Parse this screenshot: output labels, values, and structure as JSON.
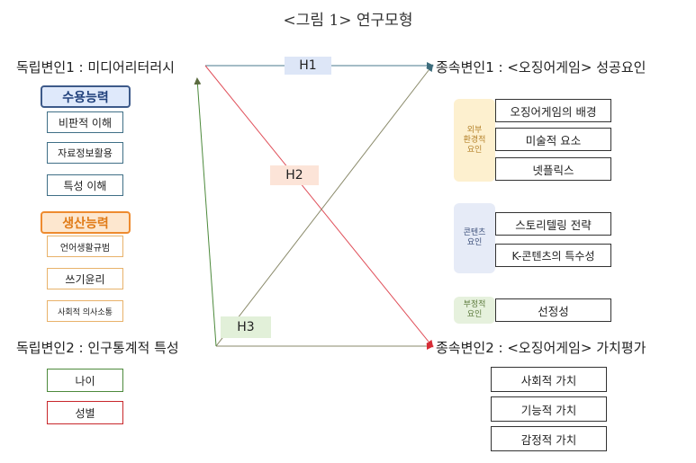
{
  "title": "<그림 1> 연구모형",
  "independent": {
    "var1": "독립변인1 : 미디어리터러시",
    "var2": "독립변인2 : 인구통계적 특성"
  },
  "dependent": {
    "var1": "종속변인1 : <오징어게임> 성공요인",
    "var2": "종속변인2 : <오징어게임> 가치평가"
  },
  "reception": {
    "header": "수용능력",
    "items": [
      "비판적 이해",
      "자료정보활용",
      "특성 이해"
    ]
  },
  "production": {
    "header": "생산능력",
    "items": [
      "언어생활규범",
      "쓰기윤리",
      "사회적 의사소통"
    ]
  },
  "demographics": {
    "items": [
      "나이",
      "성별"
    ]
  },
  "success_factors": {
    "external": {
      "label": "외부\n환경적\n요인",
      "items": [
        "오징어게임의 배경",
        "미술적 요소",
        "넷플릭스"
      ]
    },
    "content": {
      "label": "콘텐츠\n요인",
      "items": [
        "스토리텔링 전략",
        "K-콘텐츠의 특수성"
      ]
    },
    "negative": {
      "label": "부정적\n요인",
      "items": [
        "선정성"
      ]
    }
  },
  "value_eval": {
    "items": [
      "사회적 가치",
      "기능적 가치",
      "감정적 가치"
    ]
  },
  "hypotheses": {
    "h1": "H1",
    "h2": "H2",
    "h3": "H3"
  },
  "colors": {
    "h1_line": "#4a7a8c",
    "h2_line": "#e0505a",
    "h3_line": "#8a8a6a",
    "h1_fill": "#dde6f7",
    "h2_fill": "#fce4d8",
    "h3_fill": "#e2f0d9"
  }
}
